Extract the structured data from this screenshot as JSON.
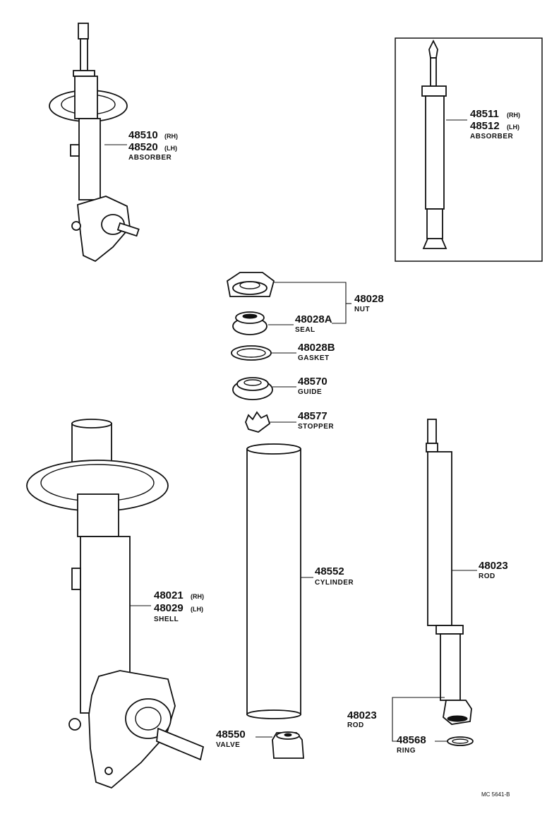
{
  "parts": {
    "absorber_main": {
      "number_rh": "48510",
      "suffix_rh": "(RH)",
      "number_lh": "48520",
      "suffix_lh": "(LH)",
      "name": "ABSORBER"
    },
    "absorber_inset": {
      "number_rh": "48511",
      "suffix_rh": "(RH)",
      "number_lh": "48512",
      "suffix_lh": "(LH)",
      "name": "ABSORBER"
    },
    "nut": {
      "number": "48028",
      "name": "NUT"
    },
    "seal": {
      "number": "48028A",
      "name": "SEAL"
    },
    "gasket": {
      "number": "48028B",
      "name": "GASKET"
    },
    "guide": {
      "number": "48570",
      "name": "GUIDE"
    },
    "stopper": {
      "number": "48577",
      "name": "STOPPER"
    },
    "cylinder": {
      "number": "48552",
      "name": "CYLINDER"
    },
    "shell": {
      "number_rh": "48021",
      "suffix_rh": "(RH)",
      "number_lh": "48029",
      "suffix_lh": "(LH)",
      "name": "SHELL"
    },
    "rod_upper": {
      "number": "48023",
      "name": "ROD"
    },
    "rod_lower": {
      "number": "48023",
      "name": "ROD"
    },
    "ring": {
      "number": "48568",
      "name": "RING"
    },
    "valve": {
      "number": "48550",
      "name": "VALVE"
    }
  },
  "footer": {
    "code": "MC 5641-B"
  }
}
